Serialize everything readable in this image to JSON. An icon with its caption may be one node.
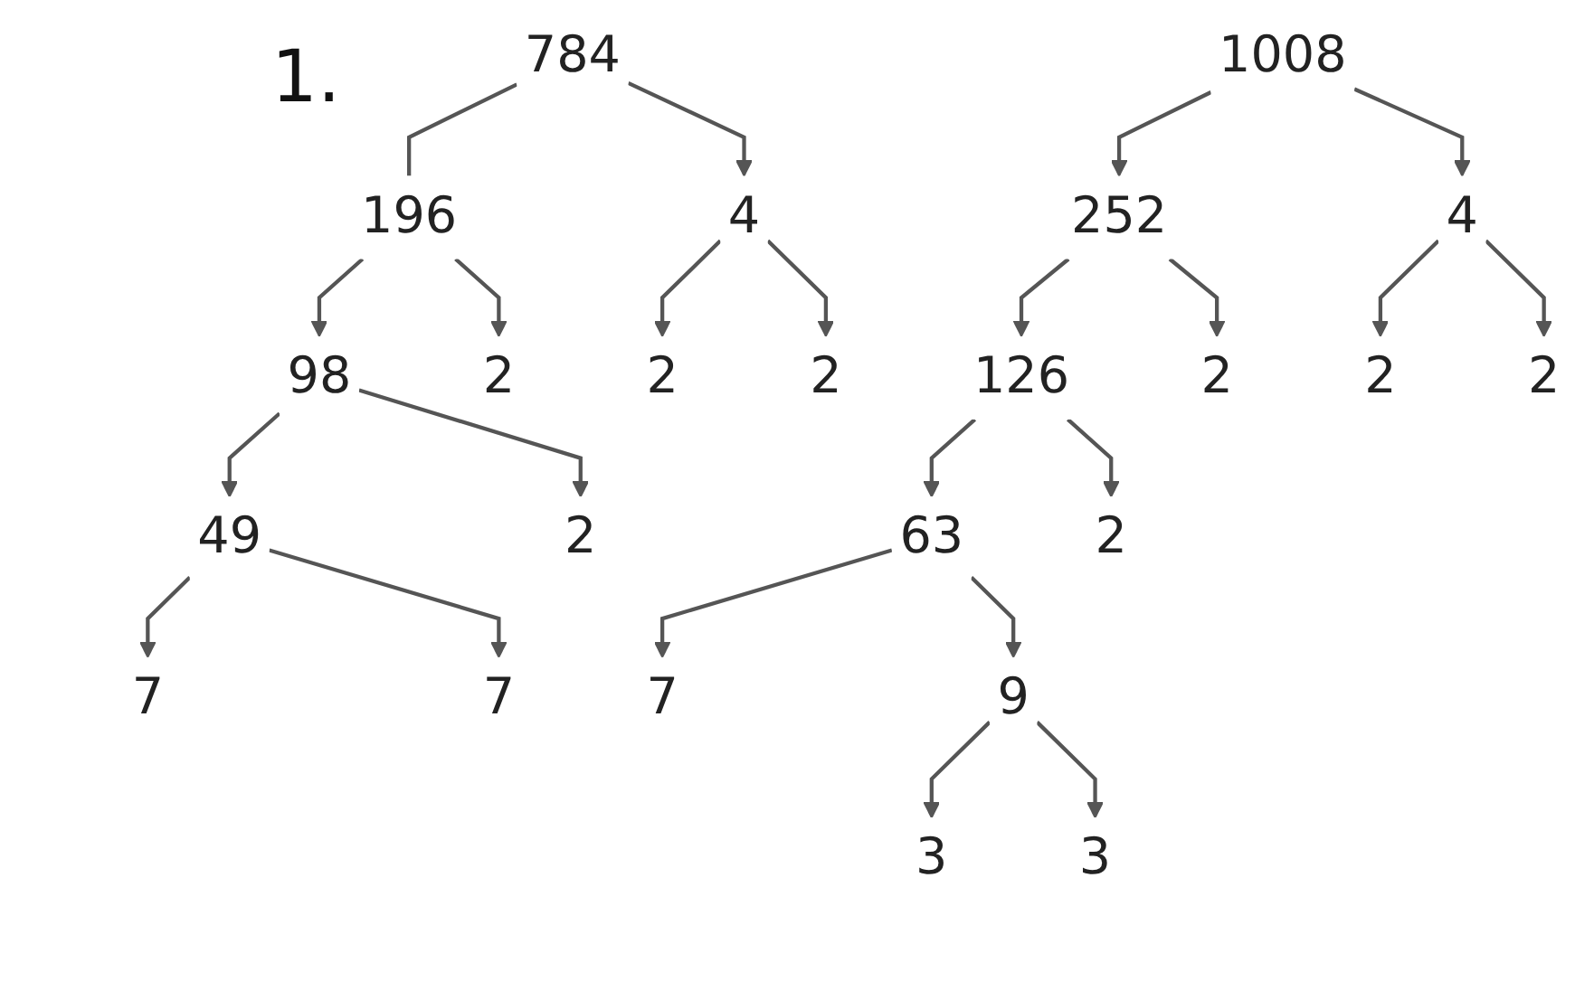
{
  "diagram": {
    "nodes": [
      {
        "text": [
          "784"
        ]
      },
      {
        "text": [
          "196"
        ]
      },
      {
        "text": [
          "98"
        ]
      },
      {
        "text": [
          "49"
        ]
      },
      {
        "text": [
          "7"
        ]
      },
      {
        "text": [
          "7"
        ]
      },
      {
        "text": [
          "2"
        ]
      },
      {
        "text": [
          "2"
        ]
      },
      {
        "text": [
          "4"
        ]
      },
      {
        "text": [
          "2"
        ]
      },
      {
        "text": [
          "2"
        ]
      },
      {
        "text": [
          "1008"
        ]
      },
      {
        "text": [
          "252"
        ]
      },
      {
        "text": [
          "126"
        ]
      },
      {
        "text": [
          "63"
        ]
      },
      {
        "text": [
          "7"
        ]
      },
      {
        "text": [
          "9"
        ]
      },
      {
        "text": [
          "3"
        ]
      },
      {
        "text": [
          "3"
        ]
      },
      {
        "text": [
          "2"
        ]
      },
      {
        "text": [
          "2"
        ]
      },
      {
        "text": [
          "4"
        ]
      },
      {
        "text": [
          "2"
        ]
      },
      {
        "text": [
          "2"
        ]
      }
    ],
    "edges": [
      {
        "from": 0,
        "to": 1,
        "arrow": "none"
      },
      {
        "from": 1,
        "to": 2,
        "arrow": "to"
      },
      {
        "from": 2,
        "to": 3,
        "arrow": "to"
      },
      {
        "from": 3,
        "to": 4,
        "arrow": "to"
      },
      {
        "from": 3,
        "to": 5,
        "arrow": "to"
      },
      {
        "from": 2,
        "to": 6,
        "arrow": "to"
      },
      {
        "from": 1,
        "to": 7,
        "arrow": "to"
      },
      {
        "from": 0,
        "to": 8,
        "arrow": "to"
      },
      {
        "from": 8,
        "to": 9,
        "arrow": "to"
      },
      {
        "from": 8,
        "to": 10,
        "arrow": "to"
      },
      {
        "from": 11,
        "to": 12,
        "arrow": "to"
      },
      {
        "from": 12,
        "to": 13,
        "arrow": "to"
      },
      {
        "from": 13,
        "to": 14,
        "arrow": "to"
      },
      {
        "from": 14,
        "to": 15,
        "arrow": "to"
      },
      {
        "from": 14,
        "to": 16,
        "arrow": "to"
      },
      {
        "from": 16,
        "to": 17,
        "arrow": "to"
      },
      {
        "from": 16,
        "to": 18,
        "arrow": "to"
      },
      {
        "from": 13,
        "to": 19,
        "arrow": "to"
      },
      {
        "from": 12,
        "to": 20,
        "arrow": "to"
      },
      {
        "from": 11,
        "to": 21,
        "arrow": "to"
      },
      {
        "from": 21,
        "to": 22,
        "arrow": "to"
      },
      {
        "from": 21,
        "to": 23,
        "arrow": "to"
      }
    ],
    "labels": [
      "1."
    ]
  }
}
